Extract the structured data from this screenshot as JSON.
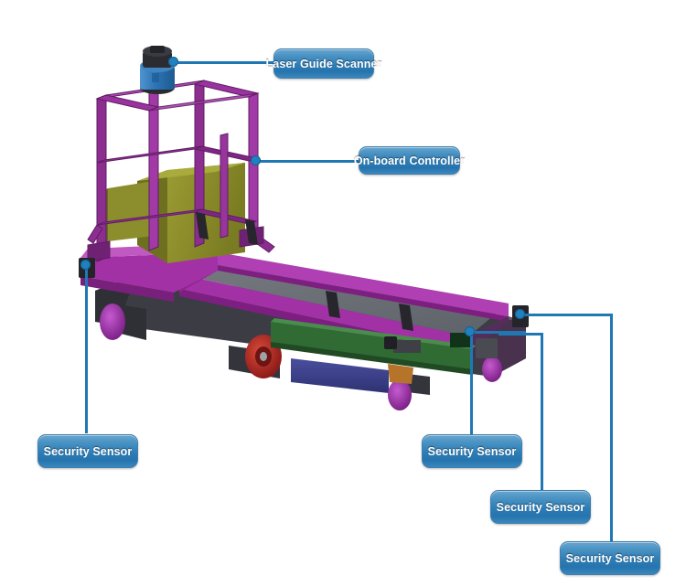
{
  "diagram": {
    "subject": "AGV vehicle component callout diagram",
    "background_color": "#ffffff",
    "accent_color": "#2b7ab5",
    "line_color": "#1f78b4"
  },
  "callouts": [
    {
      "id": "laser-guide-scanner",
      "label": "Laser Guide Scanner"
    },
    {
      "id": "on-board-controller",
      "label": "On-board Controller"
    },
    {
      "id": "security-sensor-rear",
      "label": "Security Sensor"
    },
    {
      "id": "security-sensor-mid",
      "label": "Security Sensor"
    },
    {
      "id": "security-sensor-front",
      "label": "Security Sensor"
    },
    {
      "id": "security-sensor-corner",
      "label": "Security Sensor"
    }
  ],
  "vehicle_parts": {
    "scanner_body": "blue cylindrical laser scanner",
    "mast_frame": "purple tubular frame",
    "controller_cabinet": "olive control cabinet",
    "deck": "gray flat deck",
    "chassis_rail": "magenta chassis rail",
    "drive_wheel": "red drive wheel",
    "caster_wheel": "purple caster wheel",
    "battery_pack": "blue battery pack"
  },
  "colors": {
    "frame_purple": "#7d2d7d",
    "rail_magenta": "#a02da0",
    "deck_gray": "#6b6f75",
    "cabinet_olive": "#8e8f2b",
    "scanner_blue": "#2a74b8",
    "wheel_red": "#b22222",
    "wheel_purple": "#a83bb0",
    "battery_blue": "#3a3f8f",
    "under_dark": "#3a3a40"
  }
}
